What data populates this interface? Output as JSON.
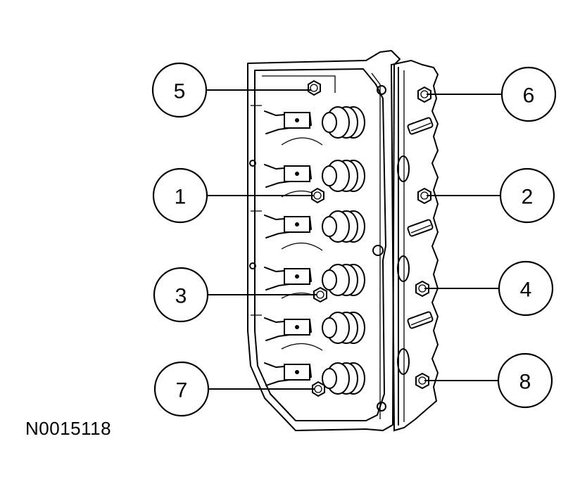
{
  "reference_code": "N0015118",
  "callouts": [
    {
      "id": "5",
      "label": "5"
    },
    {
      "id": "6",
      "label": "6"
    },
    {
      "id": "1",
      "label": "1"
    },
    {
      "id": "2",
      "label": "2"
    },
    {
      "id": "3",
      "label": "3"
    },
    {
      "id": "4",
      "label": "4"
    },
    {
      "id": "7",
      "label": "7"
    },
    {
      "id": "8",
      "label": "8"
    }
  ]
}
